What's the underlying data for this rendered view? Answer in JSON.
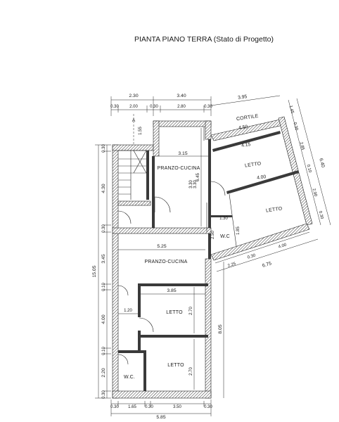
{
  "title": "PIANTA PIANO TERRA (Stato di Progetto)",
  "stair_marker": "A",
  "rooms": {
    "cortile": "CORTILE",
    "pranzo_cucina_upper": "PRANZO-CUCINA",
    "letto_right_upper": "LETTO",
    "letto_right_lower": "LETTO",
    "wc_right": "W.C",
    "pranzo_cucina_lower": "PRANZO-CUCINA",
    "letto_lower_a": "LETTO",
    "letto_lower_b": "LETTO",
    "wc_lower": "W.C."
  },
  "dims": {
    "top_a": "2.30",
    "top_b": "3.40",
    "top_c": "3.95",
    "top_row2": [
      "0.30",
      "2.00",
      "0.30",
      "2.80",
      "0.30"
    ],
    "left_total": "15.05",
    "left_parts": [
      "0.30",
      "4.30",
      "0.30",
      "3.45",
      "0.10",
      "4.00",
      "0.10",
      "2.20",
      "0.30"
    ],
    "inner": {
      "d155": "1.55",
      "d315": "3.15",
      "d645": "6.45",
      "d450": "4.50",
      "d415": "4.15",
      "d400a": "4.00",
      "d525": "5.25",
      "d130": "1.30",
      "d185": "1.85",
      "d250": "2.50",
      "d330a": "3.30",
      "d385": "3.85",
      "d120": "1.20",
      "d270a": "2.70",
      "d270b": "2.70",
      "d330b": "3.30",
      "d805": "8.05",
      "d225": "2.25",
      "d030m": "0.30",
      "d400b": "4.00",
      "d675": "6.75"
    },
    "right_diag": [
      "1.45",
      "0.30",
      "2.85",
      "0.10",
      "2.90",
      "0.30"
    ],
    "right_total": "6.40",
    "bottom_row1": [
      "0.30",
      "1.65",
      "0.30",
      "3.50",
      "0.30"
    ],
    "bottom_total": "5.85"
  }
}
